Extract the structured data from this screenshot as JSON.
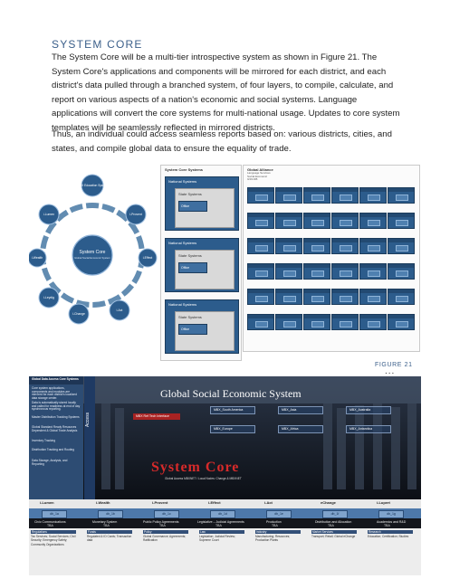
{
  "heading": "System Core",
  "paragraphs": [
    "The System Core will be a multi-tier introspective system as shown in Figure 21.  The System Core's applications and components will be mirrored for each district, and each district's data pulled through a branched system, of four layers, to compile, calculate, and report on various aspects of a nation's economic and social systems.  Language applications will convert the core systems for multi-national usage. Updates to core system templates will be seamlessly reflected in mirrored districts.",
    "Thus, an individual could access seamless reports based on: various districts, cities, and states, and compile global data to ensure the equality of trade."
  ],
  "figure21": {
    "caption": "Figure 21",
    "wheel": {
      "center_label": "System Core",
      "center_sub": "Global Social Economic System",
      "top_label": "DMX Education System",
      "nodes": [
        "i-Lumen",
        "i-Provent",
        "i-Wealth",
        "i-Effect",
        "i-Leydig",
        "i-Change",
        "i-Act"
      ]
    },
    "middle_panel": {
      "title": "System Core Systems",
      "blocks": [
        {
          "label": "National Systems",
          "inner": "State Systems",
          "box": "Office"
        },
        {
          "label": "National Systems",
          "inner": "State Systems",
          "box": "Office"
        },
        {
          "label": "National Systems",
          "inner": "State Systems",
          "box": "Office"
        }
      ]
    },
    "right_panel": {
      "title": "Global Alliance",
      "sub": [
        "Language Services",
        "Social Economic",
        "GSS DB"
      ],
      "cells": 36,
      "continuation": "..."
    }
  },
  "figure22": {
    "title": "Global Social Economic System",
    "left_panel": {
      "header": "Global Data Access Core Systems",
      "lines": [
        "Core system applications, components and modules are mirrored for each district's localized data storage center.",
        "Data is automatically stored locally and called for readiness at end of day synchronous reporting.",
        "Master Distribution Tracking Systems",
        "Global Standard Ready Resources Dependent & Global Trade Analysis",
        "Inventory Tracking",
        "Distribution Tracking and Routing",
        "Data Storage, Analysis, and Reporting"
      ]
    },
    "access_label": "Access",
    "red_box": "MBX Ref Tech Interface",
    "region_boxes": [
      "MBX_South America",
      "MBX_Asia",
      "MBX_Australia",
      "MBX_Europe",
      "MBX_Africa",
      "MBX_Antarctica"
    ],
    "system_core": "System Core",
    "system_core_sub": "Global Access MBXNET / Local Nodes: Change & MBXNET",
    "columns": [
      "i-Lumen",
      "i-Wealth",
      "i-Provent",
      "i-Effect",
      "i-Act",
      "eChange",
      "i-Lupert"
    ],
    "sub_boxes": [
      "db_1a",
      "db_1b",
      "db_1c",
      "db_1d",
      "db_1e",
      "db_1f",
      "db_1g"
    ],
    "sub_labels": [
      "Civic Communications",
      "Monetary System",
      "Public Policy Agreements",
      "Legislative – Judicial Agreements",
      "Production",
      "Distribution and Allocation",
      "Academics and R&D"
    ],
    "col_numbers": [
      "TBA",
      "TBA",
      "TBA",
      "TBA",
      "TBA",
      "TBA",
      "TBA"
    ],
    "details": [
      {
        "head": "Regulations",
        "text": "Tax Services; Social Services; Civil Security; Emergency Safety; Community Organizations"
      },
      {
        "head": "Funds",
        "text": "Regulated & ID Cards; Transaction data"
      },
      {
        "head": "Policy",
        "text": "Global Governance; Agreements; Ratification"
      },
      {
        "head": "Law",
        "text": "Legislation; Judicial Review; Supreme Court"
      },
      {
        "head": "Industry",
        "text": "Manufacturing; Resources; Production Plants"
      },
      {
        "head": "Market Services",
        "text": "Transport; Retail; Global eChange"
      },
      {
        "head": "Research",
        "text": "Education; Certification; Studies"
      }
    ]
  }
}
